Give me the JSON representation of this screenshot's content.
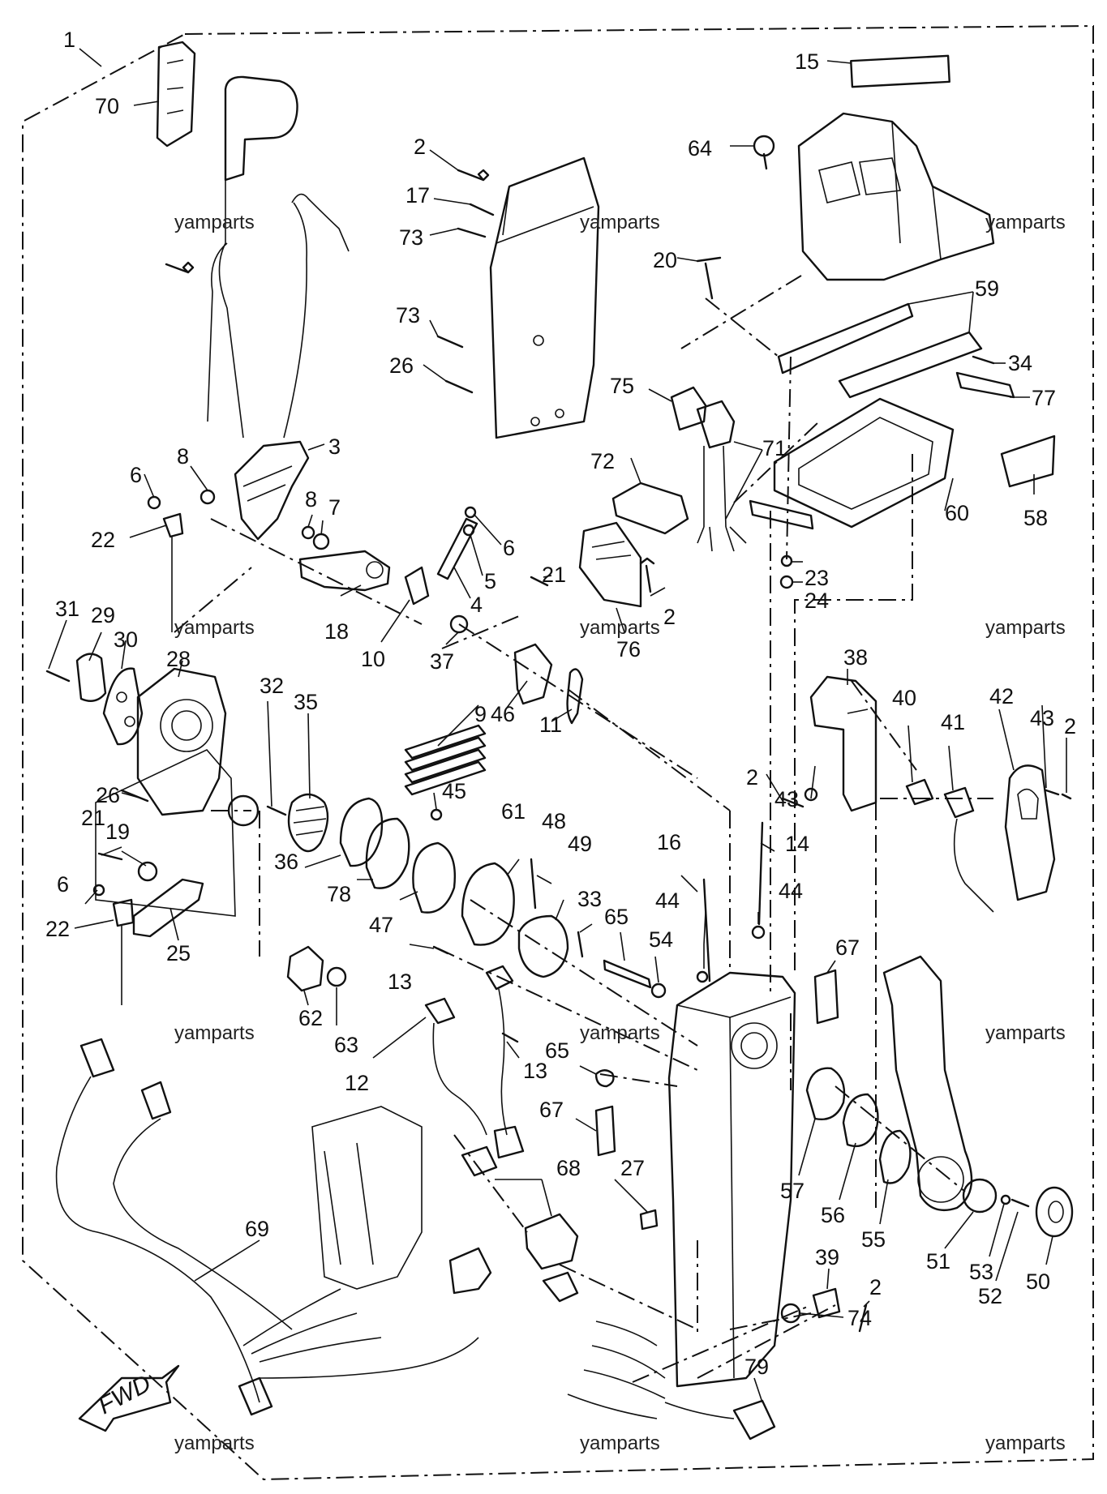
{
  "diagram": {
    "watermark": "yamparts",
    "direction_label": "FWD",
    "callouts": [
      "1",
      "70",
      "2",
      "17",
      "73",
      "15",
      "64",
      "20",
      "59",
      "34",
      "77",
      "75",
      "72",
      "71",
      "60",
      "58",
      "73",
      "26",
      "3",
      "8",
      "6",
      "22",
      "8",
      "7",
      "6",
      "5",
      "4",
      "18",
      "10",
      "37",
      "21",
      "2",
      "23",
      "24",
      "76",
      "31",
      "29",
      "30",
      "28",
      "32",
      "35",
      "46",
      "45",
      "9",
      "11",
      "38",
      "40",
      "41",
      "42",
      "43",
      "2",
      "26",
      "21",
      "19",
      "36",
      "78",
      "61",
      "48",
      "49",
      "2",
      "43",
      "16",
      "14",
      "44",
      "6",
      "22",
      "25",
      "47",
      "33",
      "65",
      "54",
      "44",
      "13",
      "67",
      "62",
      "63",
      "13",
      "12",
      "65",
      "67",
      "57",
      "56",
      "55",
      "51",
      "53",
      "52",
      "50",
      "69",
      "68",
      "27",
      "74",
      "39",
      "2",
      "79"
    ]
  }
}
